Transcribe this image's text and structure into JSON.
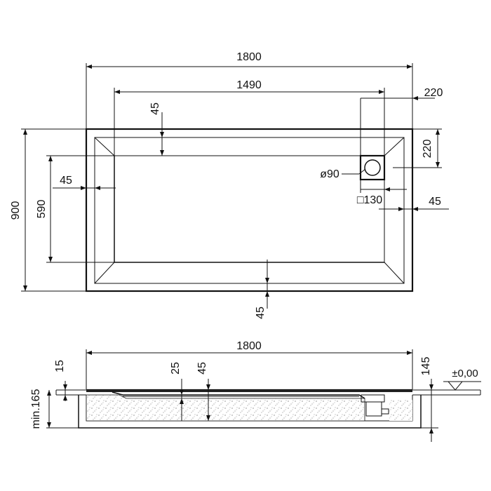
{
  "plan": {
    "overall_length": "1800",
    "inner_length": "1490",
    "overall_width": "900",
    "inner_width": "590",
    "rim_top": "45",
    "rim_left": "45",
    "rim_right": "45",
    "rim_bottom": "45",
    "drain_offset_x": "220",
    "drain_offset_y": "220",
    "drain_diameter": "ø90",
    "drain_square": "□130"
  },
  "section": {
    "overall_length": "1800",
    "rim_thickness": "15",
    "base_thickness": "25",
    "depth_45": "45",
    "height_145": "145",
    "floor_level": "±0,00",
    "min_install": "min.165"
  }
}
